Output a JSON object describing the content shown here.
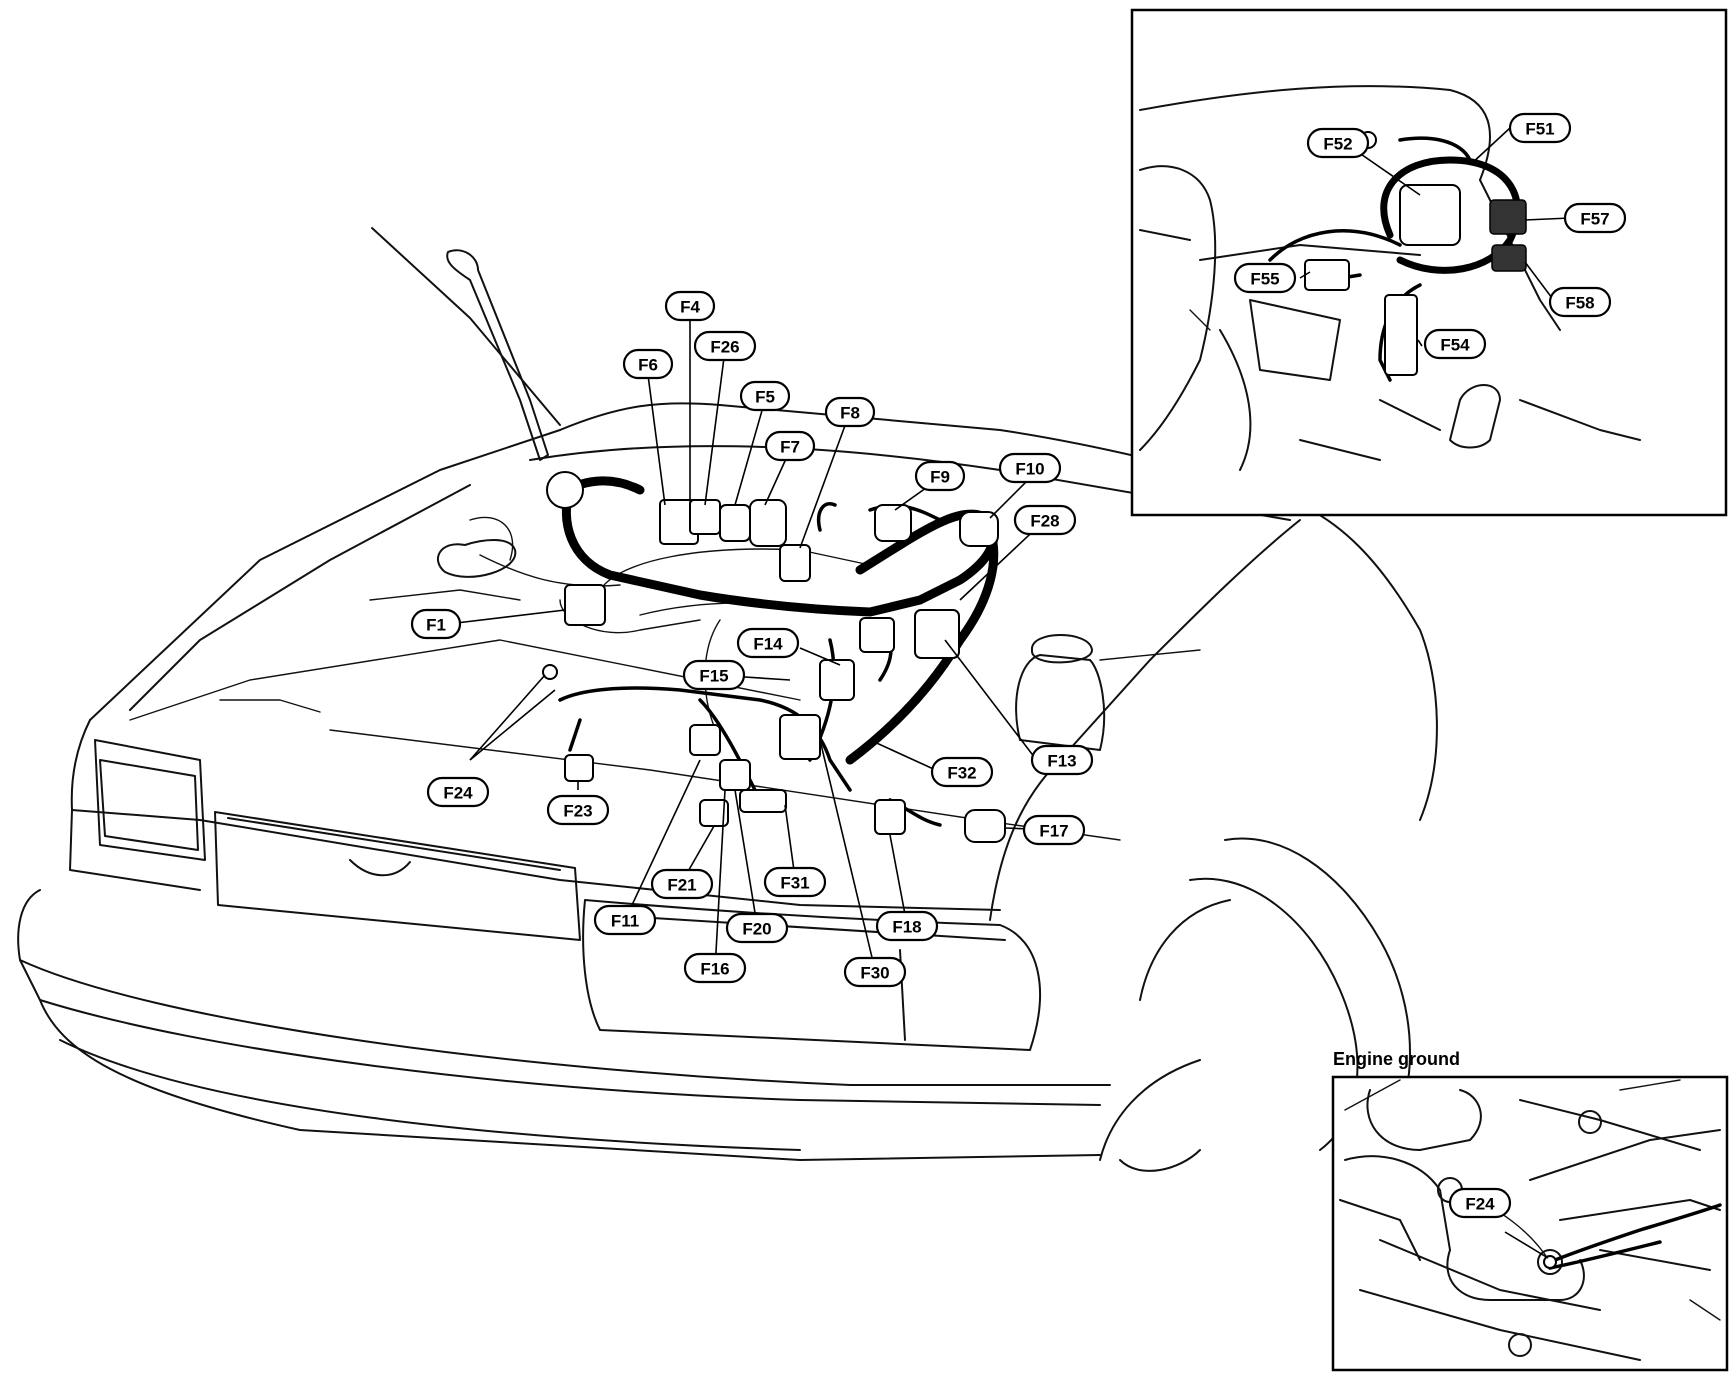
{
  "main_labels": [
    {
      "name": "F4",
      "text": "F4"
    },
    {
      "name": "F26",
      "text": "F26"
    },
    {
      "name": "F6",
      "text": "F6"
    },
    {
      "name": "F5",
      "text": "F5"
    },
    {
      "name": "F8",
      "text": "F8"
    },
    {
      "name": "F7",
      "text": "F7"
    },
    {
      "name": "F9",
      "text": "F9"
    },
    {
      "name": "F10",
      "text": "F10"
    },
    {
      "name": "F28",
      "text": "F28"
    },
    {
      "name": "F1",
      "text": "F1"
    },
    {
      "name": "F14",
      "text": "F14"
    },
    {
      "name": "F15",
      "text": "F15"
    },
    {
      "name": "F24",
      "text": "F24"
    },
    {
      "name": "F23",
      "text": "F23"
    },
    {
      "name": "F32",
      "text": "F32"
    },
    {
      "name": "F13",
      "text": "F13"
    },
    {
      "name": "F17",
      "text": "F17"
    },
    {
      "name": "F31",
      "text": "F31"
    },
    {
      "name": "F21",
      "text": "F21"
    },
    {
      "name": "F11",
      "text": "F11"
    },
    {
      "name": "F20",
      "text": "F20"
    },
    {
      "name": "F18",
      "text": "F18"
    },
    {
      "name": "F16",
      "text": "F16"
    },
    {
      "name": "F30",
      "text": "F30"
    }
  ],
  "inset_top": {
    "labels": [
      {
        "name": "F51",
        "text": "F51"
      },
      {
        "name": "F52",
        "text": "F52"
      },
      {
        "name": "F57",
        "text": "F57"
      },
      {
        "name": "F55",
        "text": "F55"
      },
      {
        "name": "F58",
        "text": "F58"
      },
      {
        "name": "F54",
        "text": "F54"
      }
    ]
  },
  "inset_bottom": {
    "caption": "Engine ground",
    "labels": [
      {
        "name": "F24-ground",
        "text": "F24"
      }
    ]
  }
}
